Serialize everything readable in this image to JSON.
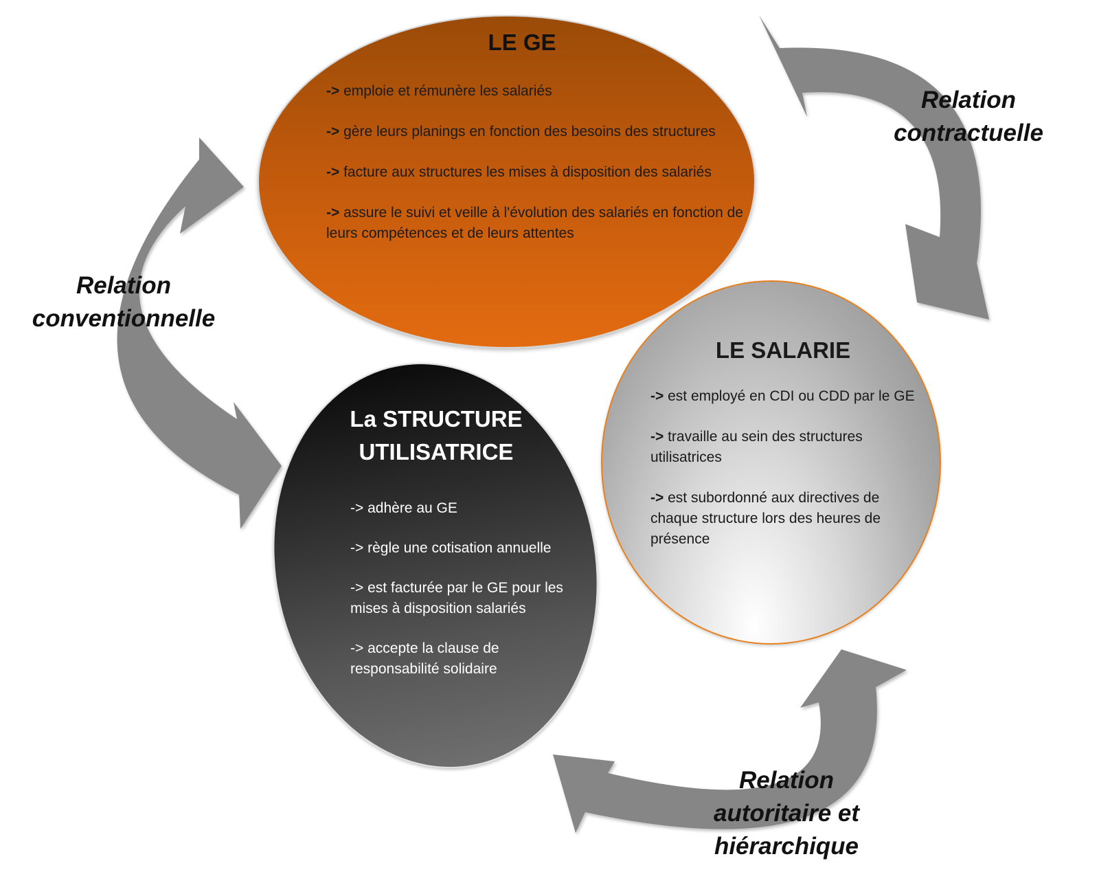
{
  "colors": {
    "ge_fill": "#c0590c",
    "salarie_fill": "#a9a9a9",
    "structure_fill": "#2f2f2f",
    "arrow_fill": "#868686",
    "salarie_border": "#e7801f"
  },
  "ge": {
    "title": "LE GE",
    "items": [
      {
        "prefix": "->",
        "text": " emploie et rémunère les salariés"
      },
      {
        "prefix": "->",
        "text": " gère leurs planings en fonction des besoins des structures"
      },
      {
        "prefix": "->",
        "text": " facture aux structures les mises à disposition des salariés"
      },
      {
        "prefix": "->",
        "text": " assure le suivi et veille à l'évolution des salariés en fonction de leurs compétences et de leurs attentes"
      }
    ]
  },
  "salarie": {
    "title": "LE SALARIE",
    "items": [
      {
        "prefix": "->",
        "text": " est employé en CDI ou CDD par le GE"
      },
      {
        "prefix": "->",
        "text": " travaille au sein des structures utilisatrices"
      },
      {
        "prefix": "->",
        "text": " est subordonné aux directives de chaque structure lors des heures de présence"
      }
    ]
  },
  "structure": {
    "title_line1": "La STRUCTURE",
    "title_line2": "UTILISATRICE",
    "items": [
      {
        "prefix": "->",
        "text": "  adhère au GE"
      },
      {
        "prefix": "->",
        "text": " règle une cotisation annuelle"
      },
      {
        "prefix": "->",
        "text": " est facturée par le GE pour les mises à disposition salariés"
      },
      {
        "prefix": "->",
        "text": "  accepte la clause de responsabilité solidaire"
      }
    ]
  },
  "relations": {
    "contractuelle": {
      "line1": "Relation",
      "line2": "contractuelle"
    },
    "conventionnelle": {
      "line1": "Relation",
      "line2": "conventionnelle"
    },
    "autoritaire": {
      "line1": "Relation",
      "line2": "autoritaire et",
      "line3": "hiérarchique"
    }
  }
}
